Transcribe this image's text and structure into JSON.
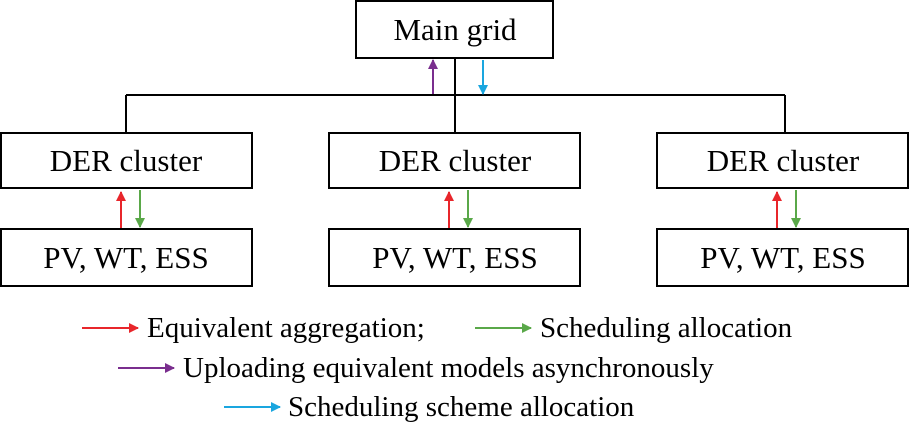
{
  "diagram": {
    "main_grid": {
      "label": "Main grid"
    },
    "clusters": [
      {
        "label": "DER cluster",
        "resources": "PV, WT, ESS"
      },
      {
        "label": "DER cluster",
        "resources": "PV, WT, ESS"
      },
      {
        "label": "DER cluster",
        "resources": "PV, WT, ESS"
      }
    ]
  },
  "legend": {
    "equivalent_aggregation": "Equivalent aggregation;",
    "scheduling_allocation": "Scheduling allocation",
    "uploading_models": "Uploading equivalent models asynchronously",
    "scheduling_scheme": "Scheduling scheme allocation"
  },
  "colors": {
    "red": "#e8262b",
    "green": "#5aa849",
    "purple": "#7a2e8e",
    "blue": "#1aa6df"
  }
}
